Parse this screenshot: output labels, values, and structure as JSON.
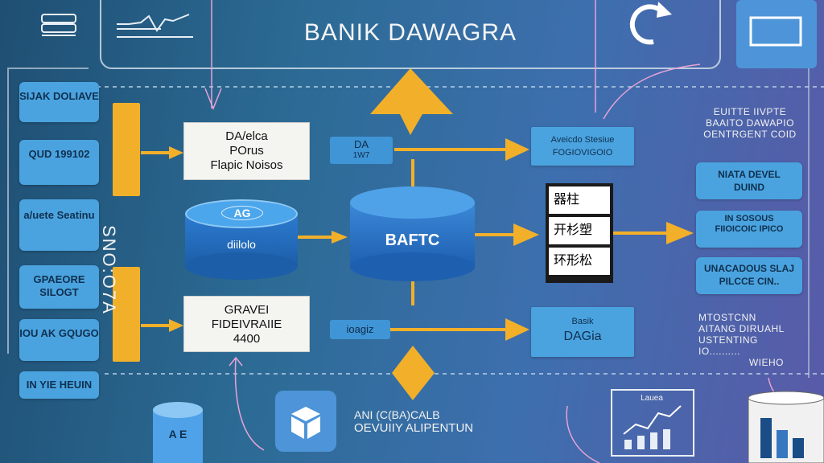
{
  "title": "BANIK DAWAGRA",
  "left_column": [
    "SIJAK DOLIAVE",
    "QUD 199102",
    "a/uete Seatinu",
    "GPAEORE SILOGT",
    "IOU AK GQUGO",
    "IN YIE HEUIN"
  ],
  "vertical_label": "SNO:O7A",
  "input_boxes": {
    "top": [
      "DA/elca",
      "POrus",
      "Flapic Noisos"
    ],
    "bottom": [
      "GRAVEI",
      "FIDEIVRAIIE",
      "4400"
    ]
  },
  "mid_tags": {
    "top_line1": "DA",
    "top_line2": "1W7",
    "bottom": "ioagiz"
  },
  "db_left": {
    "line1": "AG",
    "line2": "diilolo"
  },
  "db_center": "BAFTC",
  "top_right_box": {
    "line1": "Aveicdo Stesiue",
    "line2": "FOGIOVIGOIO"
  },
  "stack": [
    "器柱",
    "开杉塑",
    "环形松"
  ],
  "bottom_right_box": {
    "line1": "Basik",
    "line2": "DAGia"
  },
  "right_text_top": [
    "EUITTE IIVPTE",
    "BAAITO DAWAPIO",
    "OENTRGENT COID"
  ],
  "right_boxes": [
    "NIATA DEVEL DUIND",
    "IN SOSOUS FIIOICOIC IPICO",
    "UNACADOUS SLAJ PILCCE CIN.."
  ],
  "right_text_bottom": [
    "MTOSTCNN",
    "AITANG DIRUAHL",
    "USTENTING",
    "IO..........",
    "WIEHO"
  ],
  "bottom_db": "A E",
  "bottom_text": {
    "line1": "ANI (C(BA)CALB",
    "line2": "OEVUIIY ALIPENTUN"
  },
  "bottom_chart_label": "Lauea",
  "colors": {
    "yellow": "#f2b02a",
    "light_blue": "#4aa3df",
    "mid_blue": "#3f95d6"
  }
}
